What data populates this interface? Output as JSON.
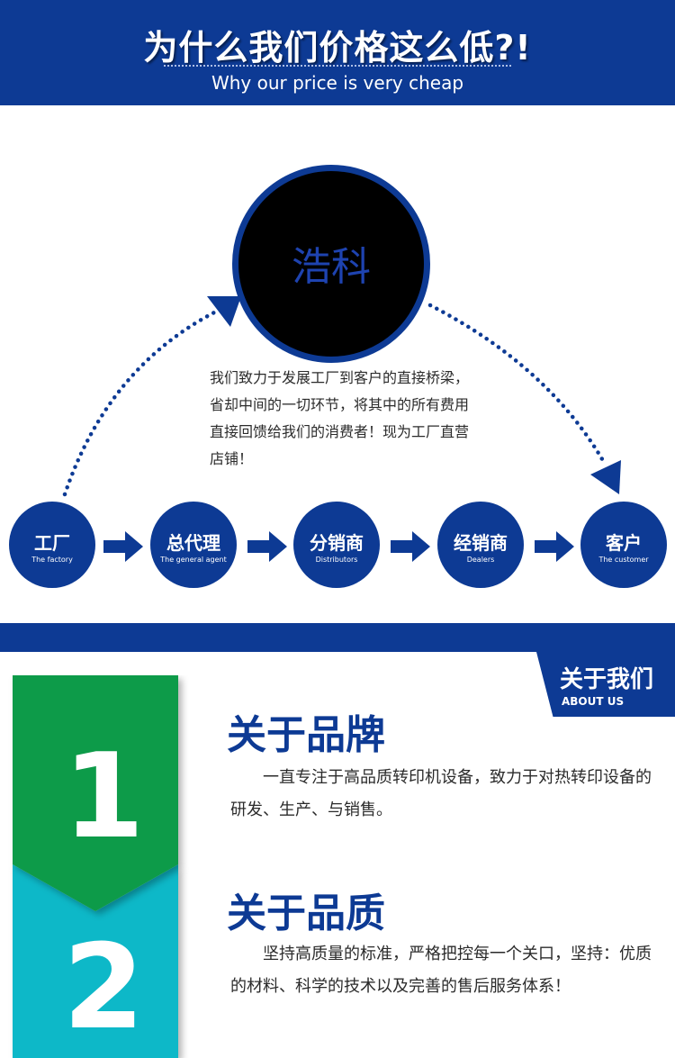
{
  "header": {
    "title": "为什么我们价格这么低?!",
    "subtitle": "Why our price is very cheap"
  },
  "diagram": {
    "center_label": "浩科",
    "intro": "我们致力于发展工厂到客户的直接桥梁，省却中间的一切环节，将其中的所有费用直接回馈给我们的消费者！现为工厂直营店铺！",
    "nodes": [
      {
        "zh": "工厂",
        "en": "The factory"
      },
      {
        "zh": "总代理",
        "en": "The general agent"
      },
      {
        "zh": "分销商",
        "en": "Distributors"
      },
      {
        "zh": "经销商",
        "en": "Dealers"
      },
      {
        "zh": "客户",
        "en": "The customer"
      }
    ]
  },
  "about": {
    "tag_zh": "关于我们",
    "tag_en": "ABOUT US",
    "sections": [
      {
        "number": "1",
        "title": "关于品牌",
        "text": "　　一直专注于高品质转印机设备，致力于对热转印设备的研发、生产、与销售。"
      },
      {
        "number": "2",
        "title": "关于品质",
        "text": "　　坚持高质量的标准，严格把控每一个关口，坚持：优质的材料、科学的技术以及完善的售后服务体系！"
      }
    ]
  },
  "colors": {
    "primary_blue": "#0d3a94",
    "green": "#0f9b48",
    "teal": "#0ab8c8"
  }
}
